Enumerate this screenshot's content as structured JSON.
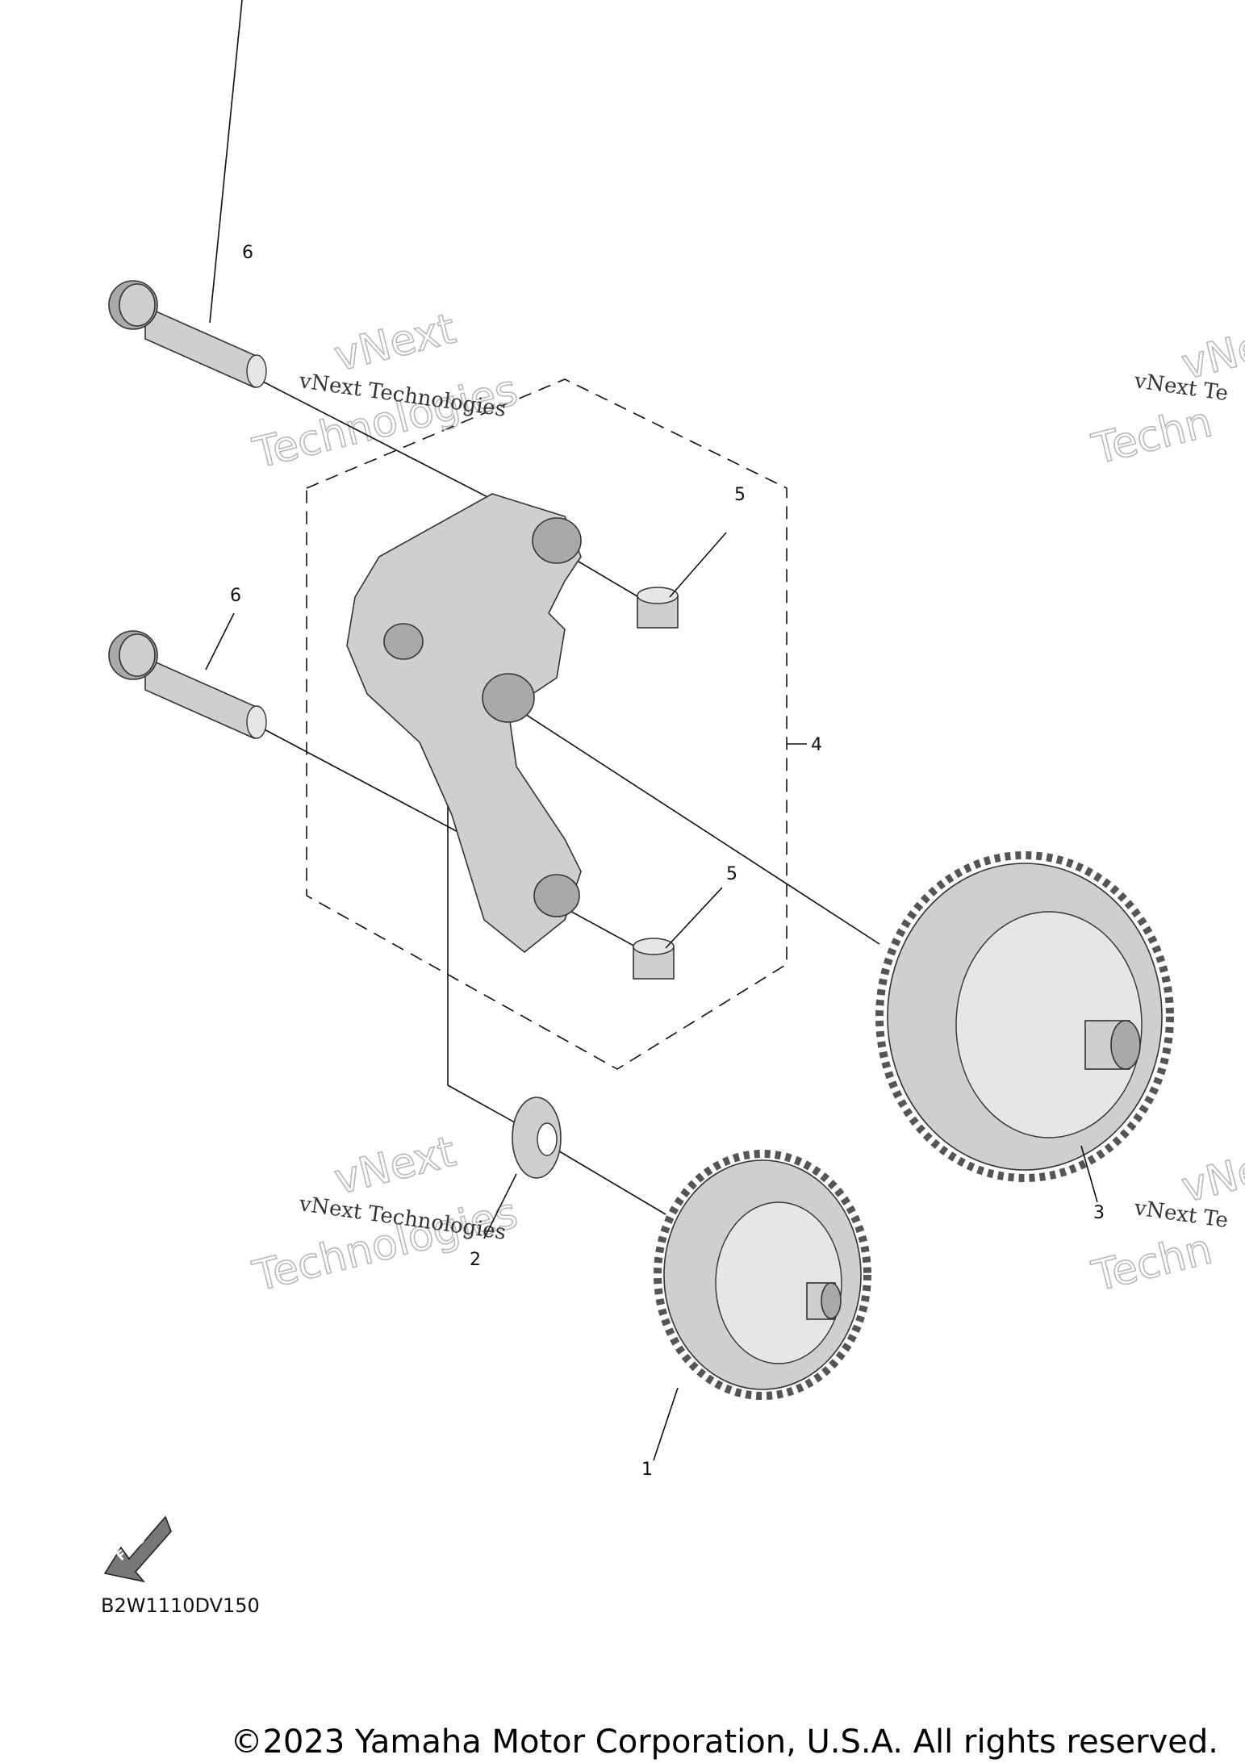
{
  "callouts": {
    "c1": "1",
    "c2": "2",
    "c3": "3",
    "c4": "4",
    "c5a": "5",
    "c5b": "5",
    "c6a": "6",
    "c6b": "6"
  },
  "watermarks": [
    {
      "line": "vNext Technologies",
      "big1": "vNext",
      "big2": "Technologies"
    },
    {
      "line": "vNext Te",
      "big1": "vNe",
      "big2": "Techn"
    },
    {
      "line": "vNext Technologies",
      "big1": "vNext",
      "big2": "Technologies"
    },
    {
      "line": "vNext Te",
      "big1": "vNe",
      "big2": "Techn"
    }
  ],
  "fwd_label": "FWD",
  "diagram_code": "B2W1110DV150",
  "copyright": "©2023 Yamaha Motor Corporation, U.S.A. All rights reserved.",
  "icons": [
    "fwd-arrow-icon"
  ]
}
